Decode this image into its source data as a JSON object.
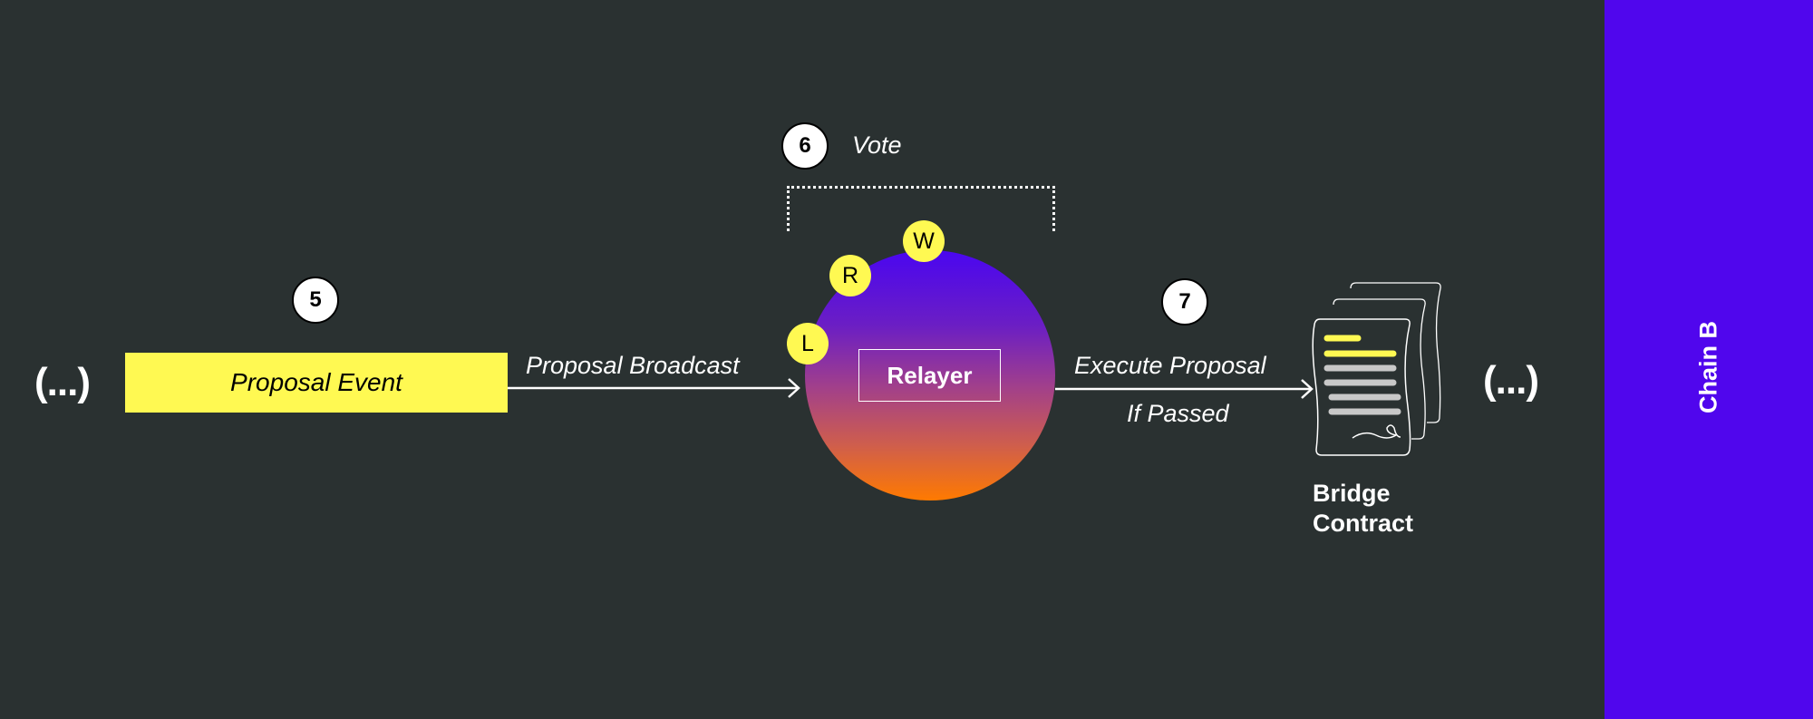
{
  "diagram": {
    "left_ellipsis": "(...)",
    "right_ellipsis": "(...)",
    "steps": [
      {
        "number": "5",
        "label": ""
      },
      {
        "number": "6",
        "label": "Vote"
      },
      {
        "number": "7",
        "label": ""
      }
    ],
    "proposal_event": "Proposal Event",
    "proposal_broadcast": "Proposal Broadcast",
    "relayer": {
      "label": "Relayer",
      "badges": [
        "L",
        "R",
        "W"
      ]
    },
    "execute_label_line1": "Execute  Proposal",
    "execute_label_line2": "If Passed",
    "bridge_contract": {
      "line1": "Bridge",
      "line2": "Contract"
    },
    "chain_label": "Chain B"
  },
  "colors": {
    "background": "#2a3131",
    "chain_panel": "#5006ed",
    "event_yellow": "#fff952",
    "gradient_top": "#4a06f0",
    "gradient_bottom": "#ff7a00",
    "doc_line_gray": "#c8c8c8"
  }
}
